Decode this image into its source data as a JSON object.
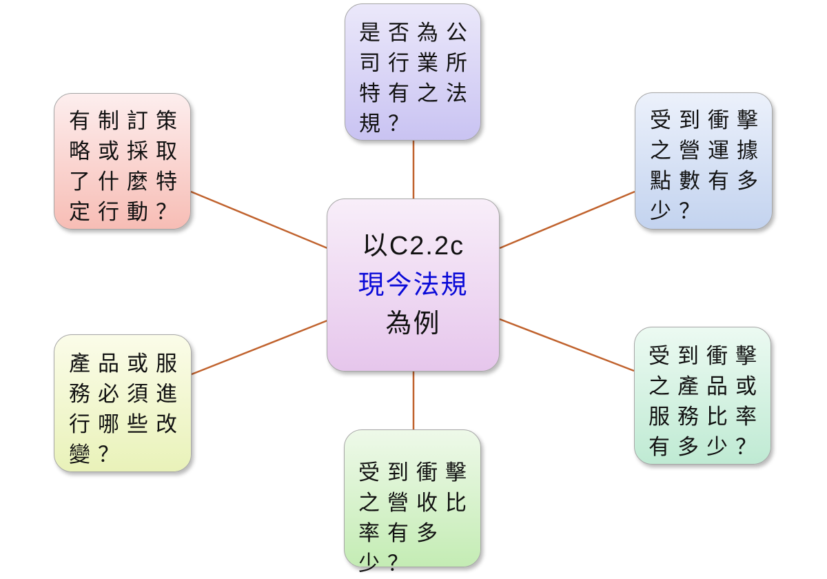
{
  "center": {
    "line1": "以C2.2c",
    "line2": "現今法規",
    "line3": "為例"
  },
  "nodes": {
    "top": "是否為公司行業所特有之法規？",
    "top_left": "有制訂策略或採取了什麼特定行動？",
    "top_right": "受到衝擊之營運據點數有多少？",
    "bottom_left": "產品或服務必須進行哪些改變？",
    "bottom_right": "受到衝擊之產品或服務比率有多少？",
    "bottom": "受到衝擊之營收比率有多少？"
  },
  "colors": {
    "connector": "#c0622d",
    "center_highlight": "#0a0ad8"
  }
}
